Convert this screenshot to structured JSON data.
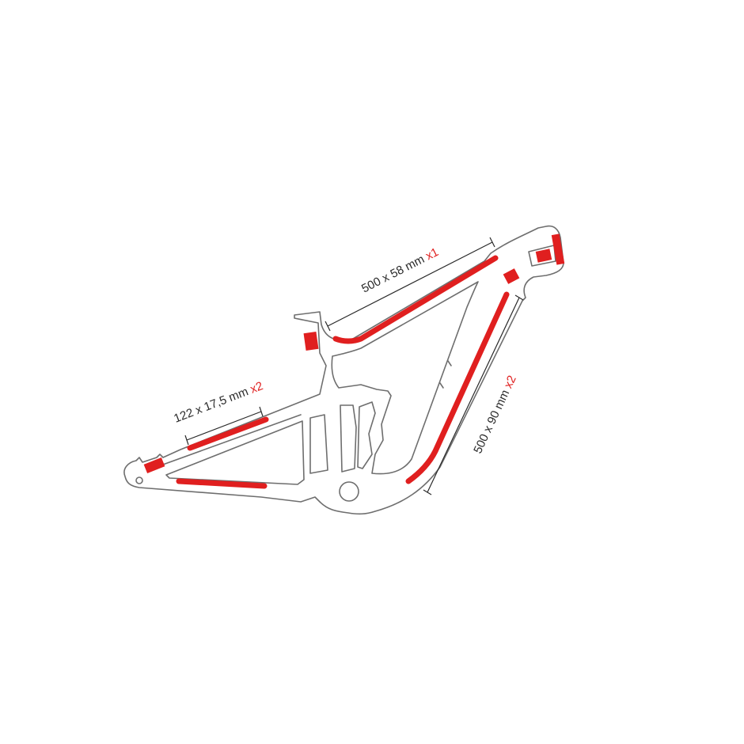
{
  "colors": {
    "protector": "#e01f1f",
    "frame_outline": "#6e6e6e",
    "text": "#2a2a2a"
  },
  "labels": {
    "top_tube": {
      "size": "500 x 58 mm",
      "quantity": "x1"
    },
    "down_tube": {
      "size": "500 x 90 mm",
      "quantity": "x2"
    },
    "stays": {
      "size": "122 x 17,5 mm",
      "quantity": "x2"
    }
  }
}
